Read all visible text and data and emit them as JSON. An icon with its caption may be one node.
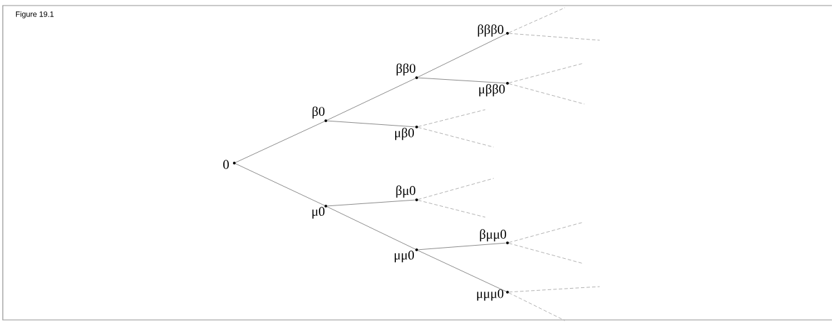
{
  "diagram": {
    "title": "Figure 19.1",
    "nodes": [
      {
        "text": [],
        "shape": "circle",
        "beside": [
          "0"
        ]
      },
      {
        "text": [],
        "shape": "circle",
        "beside": [
          "β0"
        ]
      },
      {
        "text": [],
        "shape": "circle",
        "beside": [
          "μ0"
        ]
      },
      {
        "text": [],
        "shape": "circle",
        "beside": [
          "ββ0"
        ]
      },
      {
        "text": [],
        "shape": "circle",
        "beside": [
          "μβ0"
        ]
      },
      {
        "text": [],
        "shape": "circle",
        "beside": [
          "βμ0"
        ]
      },
      {
        "text": [],
        "shape": "circle",
        "beside": [
          "μμ0"
        ]
      },
      {
        "text": [],
        "shape": "circle",
        "beside": [
          "βββ0"
        ]
      },
      {
        "text": [],
        "shape": "circle",
        "beside": [
          "μββ0"
        ]
      },
      {
        "text": [],
        "shape": "circle",
        "beside": [
          "βμμ0"
        ]
      },
      {
        "text": [],
        "shape": "circle",
        "beside": [
          "μμμ0"
        ]
      }
    ],
    "edges": [
      {
        "from": 0,
        "to": 1,
        "arrow": "none"
      },
      {
        "from": 0,
        "to": 2,
        "arrow": "none"
      },
      {
        "from": 1,
        "to": 3,
        "arrow": "none"
      },
      {
        "from": 1,
        "to": 4,
        "arrow": "none"
      },
      {
        "from": 2,
        "to": 5,
        "arrow": "none"
      },
      {
        "from": 2,
        "to": 6,
        "arrow": "none"
      },
      {
        "from": 3,
        "to": 7,
        "arrow": "none"
      },
      {
        "from": 3,
        "to": 8,
        "arrow": "none"
      },
      {
        "from": 6,
        "to": 9,
        "arrow": "none"
      },
      {
        "from": 6,
        "to": 10,
        "arrow": "none"
      },
      {
        "from": 7,
        "to": null,
        "arrow": "none",
        "style": "dashed",
        "color": "#aaaaaa"
      },
      {
        "from": 7,
        "to": null,
        "arrow": "none",
        "style": "dashed",
        "color": "#aaaaaa"
      },
      {
        "from": 8,
        "to": null,
        "arrow": "none",
        "style": "dashed",
        "color": "#aaaaaa"
      },
      {
        "from": 8,
        "to": null,
        "arrow": "none",
        "style": "dashed",
        "color": "#aaaaaa"
      },
      {
        "from": 4,
        "to": null,
        "arrow": "none",
        "style": "dashed",
        "color": "#aaaaaa"
      },
      {
        "from": 4,
        "to": null,
        "arrow": "none",
        "style": "dashed",
        "color": "#aaaaaa"
      },
      {
        "from": 5,
        "to": null,
        "arrow": "none",
        "style": "dashed",
        "color": "#aaaaaa"
      },
      {
        "from": 5,
        "to": null,
        "arrow": "none",
        "style": "dashed",
        "color": "#aaaaaa"
      },
      {
        "from": 9,
        "to": null,
        "arrow": "none",
        "style": "dashed",
        "color": "#aaaaaa"
      },
      {
        "from": 9,
        "to": null,
        "arrow": "none",
        "style": "dashed",
        "color": "#aaaaaa"
      },
      {
        "from": 10,
        "to": null,
        "arrow": "none",
        "style": "dashed",
        "color": "#aaaaaa"
      },
      {
        "from": 10,
        "to": null,
        "arrow": "none",
        "style": "dashed",
        "color": "#aaaaaa"
      }
    ]
  }
}
